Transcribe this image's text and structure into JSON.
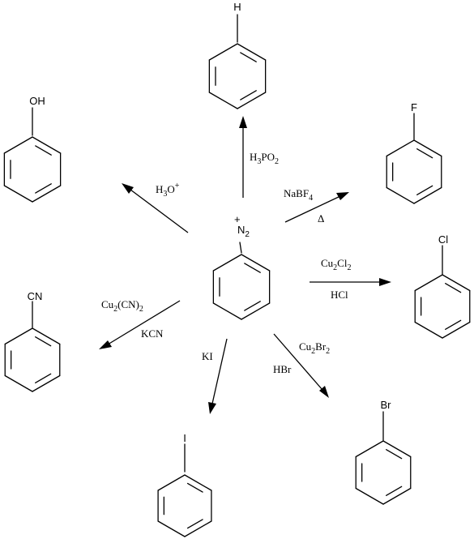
{
  "scheme": {
    "center": {
      "label": "N",
      "charge": "+",
      "sub": "2"
    },
    "products": {
      "benzene": {
        "label": "H"
      },
      "phenol": {
        "label": "OH"
      },
      "fluoro": {
        "label": "F"
      },
      "chloro": {
        "label": "Cl"
      },
      "cyano": {
        "label": "CN"
      },
      "bromo": {
        "label": "Br"
      },
      "iodo": {
        "label": "I"
      }
    },
    "reagents": {
      "h3po2": [
        "H",
        "3",
        "PO",
        "2"
      ],
      "h3o": [
        "H",
        "3",
        "O",
        "+"
      ],
      "nabf4": [
        "NaBF",
        "4"
      ],
      "delta": "Δ",
      "cu2cl2": [
        "Cu",
        "2",
        "Cl",
        "2"
      ],
      "hcl": "HCl",
      "cu2cn2": [
        "Cu",
        "2",
        "(CN)",
        "2"
      ],
      "kcn": "KCN",
      "ki": "KI",
      "cu2br2": [
        "Cu",
        "2",
        "Br",
        "2"
      ],
      "hbr": "HBr"
    }
  }
}
